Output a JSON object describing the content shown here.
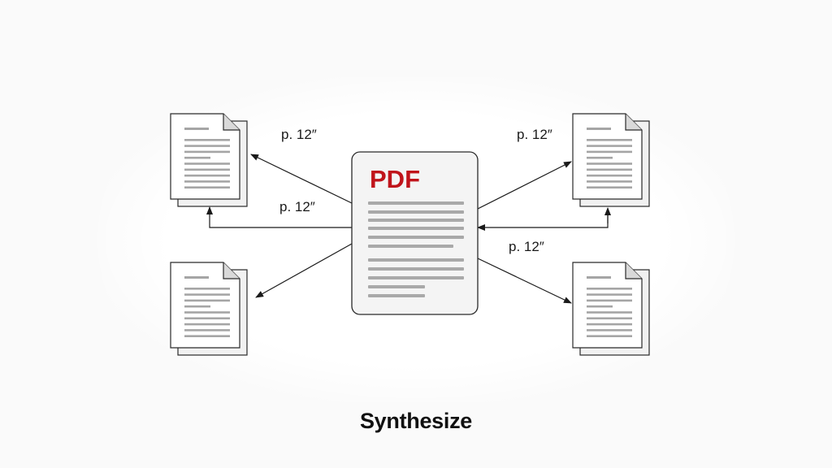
{
  "main_document": {
    "badge": "PDF",
    "badge_color": "#c0141b",
    "icon": "pdf-document-icon"
  },
  "references": [
    {
      "position": "top-left",
      "label": "p. 12″",
      "icon": "document-stack-icon"
    },
    {
      "position": "middle-left",
      "label": "p. 12″"
    },
    {
      "position": "bottom-left",
      "icon": "document-stack-icon"
    },
    {
      "position": "top-right",
      "label": "p. 12″",
      "icon": "document-stack-icon"
    },
    {
      "position": "middle-right",
      "label": "p. 12″"
    },
    {
      "position": "bottom-right",
      "icon": "document-stack-icon"
    }
  ],
  "caption": "Synthesize"
}
